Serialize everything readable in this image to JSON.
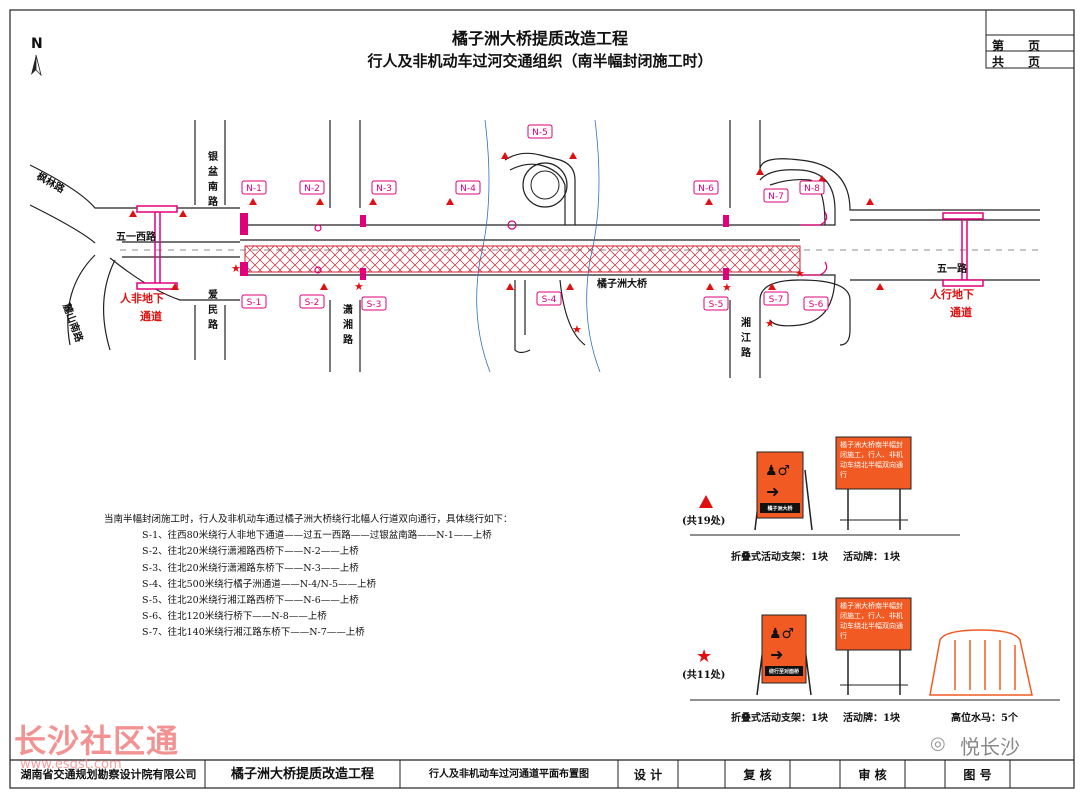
{
  "header": {
    "title1": "橘子洲大桥提质改造工程",
    "title2": "行人及非机动车过河交通组织（南半幅封闭施工时）",
    "page_label": "第　　页",
    "total_label": "共　　页",
    "north": "N"
  },
  "roads": {
    "wujia": "枫林路",
    "yinpen": "银盆南路",
    "wuyi_west": "五一西路",
    "lushan": "麓山南路",
    "aimin": "爱民路",
    "xiaoxiang": "潇湘路",
    "bridge": "橘子洲大桥",
    "xiangjiang": "湘江路",
    "wuyi": "五一路",
    "underpass_left": "人非地下通道",
    "underpass_right": "人行地下通道"
  },
  "markers": {
    "n": [
      "N-1",
      "N-2",
      "N-3",
      "N-4",
      "N-5",
      "N-6",
      "N-7",
      "N-8"
    ],
    "s": [
      "S-1",
      "S-2",
      "S-3",
      "S-4",
      "S-5",
      "S-6",
      "S-7"
    ]
  },
  "notes": {
    "head": "当南半幅封闭施工时，行人及非机动车通过橘子洲大桥绕行北幅人行道双向通行，具体绕行如下：",
    "items": [
      "S-1、往西80米绕行人非地下通道——过五一西路——过银盆南路——N-1——上桥",
      "S-2、往北20米绕行潇湘路西桥下——N-2——上桥",
      "S-3、往北20米绕行潇湘路东桥下——N-3——上桥",
      "S-4、往北500米绕行橘子洲通道——N-4/N-5——上桥",
      "S-5、往北20米绕行湘江路西桥下——N-6——上桥",
      "S-6、往北120米绕行桥下——N-8——上桥",
      "S-7、往北140米绕行湘江路东桥下——N-7——上桥"
    ]
  },
  "legend": {
    "triangle_count": "(共19处)",
    "star_count": "(共11处)",
    "stand_label": "折叠式活动支架：1块",
    "board_label": "活动牌：1块",
    "barrier_label": "高位水马：5个",
    "board_text": "橘子洲大桥南半幅封闭施工，行人、非机动车绕北半幅双向通行",
    "sign_text_top": "橘子洲大桥",
    "sign_text_bottom": "绕行至对面桥"
  },
  "footer": {
    "company": "湖南省交通规划勘察设计院有限公司",
    "project": "橘子洲大桥提质改造工程",
    "drawing": "行人及非机动车过河通道平面布置图",
    "design": "设 计",
    "review": "复 核",
    "approve": "审 核",
    "drawing_no": "图 号"
  },
  "watermark": {
    "left": "长沙社区通",
    "left_url": "www.esqst.com",
    "right": "悦长沙"
  },
  "colors": {
    "line": "#222222",
    "marker": "#e0007a",
    "hatch": "#d02030",
    "sign_orange": "#f15a22",
    "warning": "#e01010"
  }
}
